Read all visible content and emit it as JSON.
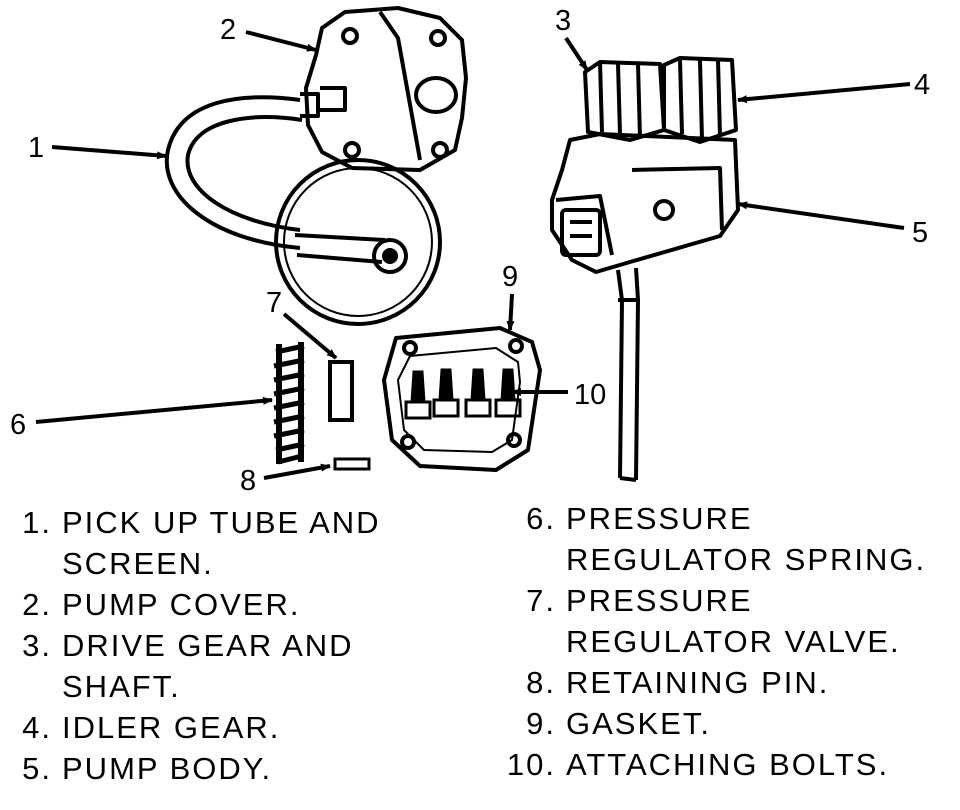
{
  "callouts": {
    "c1": "1",
    "c2": "2",
    "c3": "3",
    "c4": "4",
    "c5": "5",
    "c6": "6",
    "c7": "7",
    "c8": "8",
    "c9": "9",
    "c10": "10"
  },
  "legend": {
    "left": [
      {
        "num": "1.",
        "text": "PICK UP TUBE AND SCREEN."
      },
      {
        "num": "2.",
        "text": "PUMP COVER."
      },
      {
        "num": "3.",
        "text": "DRIVE GEAR AND SHAFT."
      },
      {
        "num": "4.",
        "text": "IDLER GEAR."
      },
      {
        "num": "5.",
        "text": "PUMP BODY."
      }
    ],
    "right": [
      {
        "num": "6.",
        "text": "PRESSURE REGULATOR SPRING."
      },
      {
        "num": "7.",
        "text": "PRESSURE REGULATOR VALVE."
      },
      {
        "num": "8.",
        "text": "RETAINING PIN."
      },
      {
        "num": "9.",
        "text": "GASKET."
      },
      {
        "num": "10.",
        "text": "ATTACHING BOLTS."
      }
    ]
  }
}
